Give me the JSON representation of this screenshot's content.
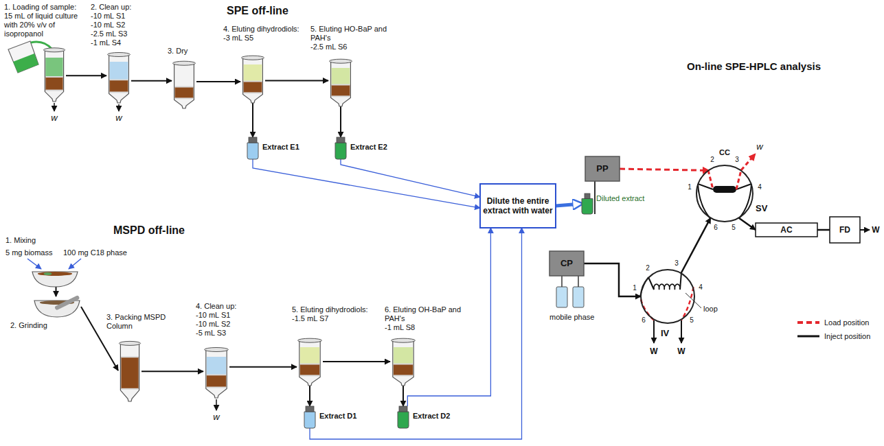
{
  "diagram": {
    "nodes": [
      {
        "text": [
          "1. Loading of sample:",
          "15 mL of liquid culture with 20% v/v of isopropanol"
        ]
      },
      {
        "text": [
          "2. Clean up:",
          "-10 mL S1",
          "-10 mL S2",
          "-2.5 mL S3",
          "-1 mL S4"
        ]
      },
      {
        "text": [
          "3. Dry"
        ]
      },
      {
        "text": [
          "4. Eluting dihydrodiols:",
          "-3 mL S5"
        ]
      },
      {
        "text": [
          "5. Eluting HO-BaP and PAH's",
          "-2.5 mL S6"
        ]
      },
      {
        "text": [
          "Extract E1"
        ]
      },
      {
        "text": [
          "Extract E2"
        ]
      },
      {
        "text": [
          "1. Mixing",
          "5 mg biomass",
          "100 mg C18 phase"
        ]
      },
      {
        "text": [
          "2. Grinding"
        ]
      },
      {
        "text": [
          "3. Packing MSPD Column"
        ]
      },
      {
        "text": [
          "4. Clean up:",
          "-10 mL S1",
          "-10 mL S2",
          "-5 mL S3"
        ]
      },
      {
        "text": [
          "5. Eluting dihydrodiols:",
          "-1.5 mL S7"
        ]
      },
      {
        "text": [
          "6. Eluting OH-BaP and PAH's",
          "-1 mL S8"
        ]
      },
      {
        "text": [
          "Extract D1"
        ]
      },
      {
        "text": [
          "Extract D2"
        ]
      },
      {
        "text": [
          "Dilute the entire extract with water"
        ]
      },
      {
        "text": [
          "PP"
        ]
      },
      {
        "text": [
          "Diluted extract"
        ]
      },
      {
        "text": [
          "SV"
        ]
      },
      {
        "text": [
          "CP"
        ]
      },
      {
        "text": [
          "IV"
        ]
      },
      {
        "text": [
          "AC"
        ]
      },
      {
        "text": [
          "FD"
        ]
      }
    ],
    "edges": [
      {
        "from": 0,
        "to": 1,
        "arrow": "to"
      },
      {
        "from": 1,
        "to": 2,
        "arrow": "to"
      },
      {
        "from": 2,
        "to": 3,
        "arrow": "to"
      },
      {
        "from": 3,
        "to": 4,
        "arrow": "to"
      },
      {
        "from": 3,
        "to": 5,
        "arrow": "to"
      },
      {
        "from": 4,
        "to": 6,
        "arrow": "to"
      },
      {
        "from": 7,
        "to": 8,
        "arrow": "to"
      },
      {
        "from": 8,
        "to": 9,
        "arrow": "to"
      },
      {
        "from": 9,
        "to": 10,
        "arrow": "to"
      },
      {
        "from": 10,
        "to": 11,
        "arrow": "to"
      },
      {
        "from": 11,
        "to": 12,
        "arrow": "to"
      },
      {
        "from": 11,
        "to": 13,
        "arrow": "to"
      },
      {
        "from": 12,
        "to": 14,
        "arrow": "to"
      },
      {
        "from": 5,
        "to": 15,
        "arrow": "to"
      },
      {
        "from": 6,
        "to": 15,
        "arrow": "to"
      },
      {
        "from": 13,
        "to": 15,
        "arrow": "to"
      },
      {
        "from": 14,
        "to": 15,
        "arrow": "to"
      },
      {
        "from": 15,
        "to": 17,
        "arrow": "to"
      },
      {
        "from": 17,
        "to": 16,
        "arrow": "none"
      },
      {
        "from": 16,
        "to": 18,
        "arrow": "to"
      },
      {
        "from": 19,
        "to": 20,
        "arrow": "to"
      },
      {
        "from": 20,
        "to": 18,
        "arrow": "to"
      },
      {
        "from": 18,
        "to": 21,
        "arrow": "to"
      },
      {
        "from": 21,
        "to": 22,
        "arrow": "none"
      }
    ],
    "labels": [
      "SPE off-line",
      "w",
      "w",
      "MSPD off-line",
      "w",
      "On-line SPE-HPLC analysis",
      "CC",
      "w",
      "1",
      "2",
      "3",
      "4",
      "5",
      "6",
      "loop",
      "1",
      "2",
      "3",
      "4",
      "5",
      "6",
      "W",
      "W",
      "W",
      "mobile phase"
    ],
    "legend": [
      {
        "text": "Load position"
      },
      {
        "text": "Inject position"
      }
    ]
  }
}
